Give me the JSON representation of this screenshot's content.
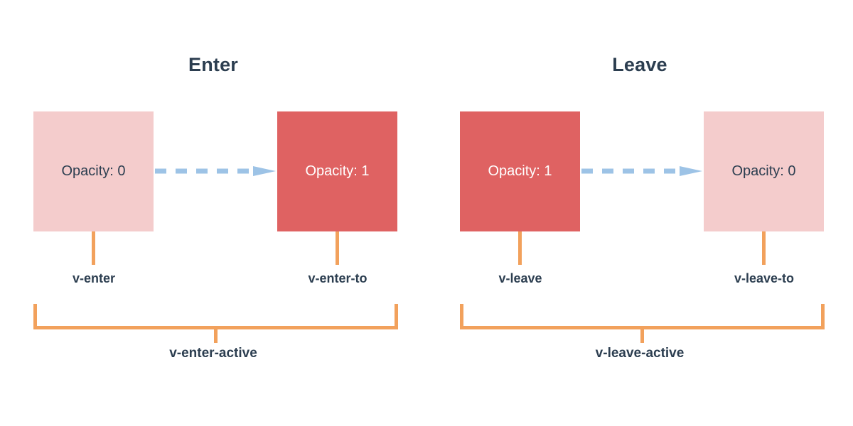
{
  "diagram": {
    "background_color": "#ffffff",
    "colors": {
      "box_faded": "#f4cccc",
      "box_solid": "#df6262",
      "arrow": "#9dc3e6",
      "bracket": "#f2a15c",
      "text_dark": "#2c3e50",
      "text_light": "#ffffff"
    },
    "sections": [
      {
        "title": "Enter",
        "boxes": [
          {
            "label": "Opacity: 0",
            "state": "faded",
            "class_label": "v-enter"
          },
          {
            "label": "Opacity: 1",
            "state": "solid",
            "class_label": "v-enter-to"
          }
        ],
        "arrow": {
          "style": "dashed",
          "direction": "right"
        },
        "active_class_label": "v-enter-active"
      },
      {
        "title": "Leave",
        "boxes": [
          {
            "label": "Opacity: 1",
            "state": "solid",
            "class_label": "v-leave"
          },
          {
            "label": "Opacity: 0",
            "state": "faded",
            "class_label": "v-leave-to"
          }
        ],
        "arrow": {
          "style": "dashed",
          "direction": "right"
        },
        "active_class_label": "v-leave-active"
      }
    ]
  }
}
